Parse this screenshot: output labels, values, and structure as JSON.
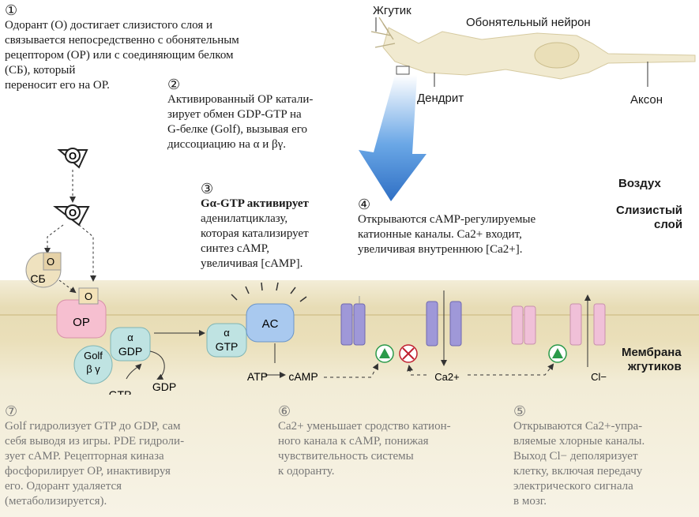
{
  "neuron": {
    "flagellum_label": "Жгутик",
    "title": "Обонятельный нейрон",
    "dendrite_label": "Дендрит",
    "axon_label": "Аксон"
  },
  "layers": {
    "air": "Воздух",
    "mucus_line1": "Слизистый",
    "mucus_line2": "слой",
    "membrane_line1": "Мембрана",
    "membrane_line2": "жгутиков"
  },
  "steps": {
    "s1": {
      "num": "①",
      "lines": [
        "Одорант (О) достигает слизистого слоя и",
        "связывается непосредственно с обонятельным",
        "рецептором (ОР) или с соединяющим белком",
        "(СБ), который",
        "переносит его на ОР."
      ]
    },
    "s2": {
      "num": "②",
      "lines": [
        "Активированный ОР катали-",
        "зирует обмен GDP-GTP на",
        "G-белке (Golf), вызывая его",
        "диссоциацию на α и βγ."
      ]
    },
    "s3": {
      "num": "③",
      "lines": [
        "Gα-GTP активирует",
        "аденилатциклазу,",
        "которая катализирует",
        "синтез cAMP,",
        "увеличивая [cAMP]."
      ]
    },
    "s4": {
      "num": "④",
      "lines": [
        "Открываются cAMP-регулируемые",
        "катионные каналы. Ca2+ входит,",
        "увеличивая внутреннюю [Ca2+]."
      ]
    },
    "s5": {
      "num": "⑤",
      "lines": [
        "Открываются Ca2+-упра-",
        "вляемые хлорные каналы.",
        "Выход Cl− деполяризует",
        "клетку, включая передачу",
        "электрического сигнала",
        "в мозг."
      ]
    },
    "s6": {
      "num": "⑥",
      "lines": [
        "Ca2+ уменьшает сродство катион-",
        "ного канала к cAMP, понижая",
        "чувствительность системы",
        "к одоранту."
      ]
    },
    "s7": {
      "num": "⑦",
      "lines": [
        "Golf гидролизует GTP до GDP, сам",
        "себя выводя из игры. PDE гидроли-",
        "зует cAMP. Рецепторная киназа",
        "фосфорилирует ОР, инактивируя",
        "его. Одорант удаляется",
        "(метаболизируется)."
      ]
    }
  },
  "molecules": {
    "odorant": "O",
    "binding_protein": "СБ",
    "receptor": "ОР",
    "alpha": "α",
    "gdp": "GDP",
    "gtp": "GTP",
    "golf": "Golf",
    "beta_gamma": "β γ",
    "ac": "AC",
    "atp": "ATP",
    "camp": "cAMP",
    "ca": "Ca2+",
    "cl": "Cl−"
  },
  "colors": {
    "receptor": "#f6bfd0",
    "gprotein": "#bfe3e2",
    "ac": "#a9c9ef",
    "channel": "#9f98d8",
    "cl_channel": "#f0c0d8",
    "arrow_blue": "#3a7fd0",
    "membrane": "#e7dcb5"
  }
}
